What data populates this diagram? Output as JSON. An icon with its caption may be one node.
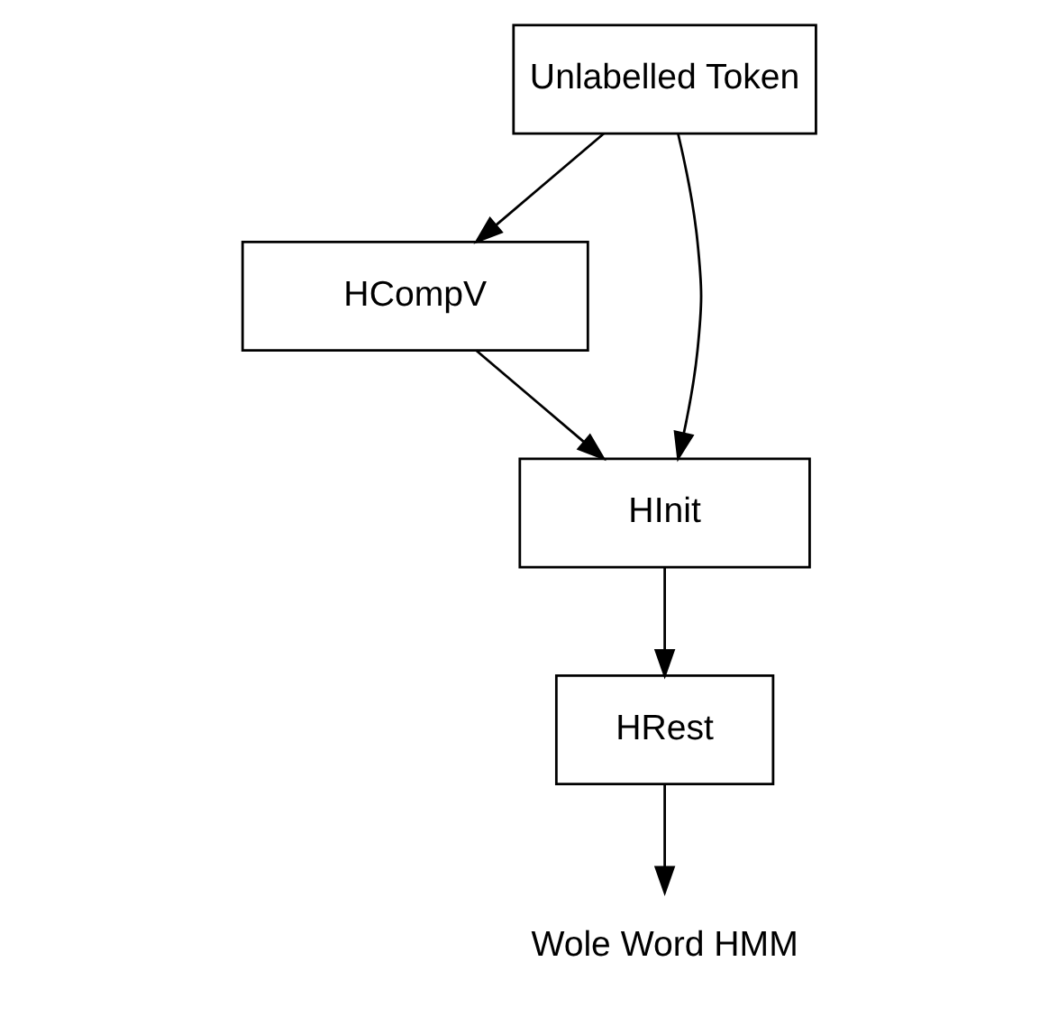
{
  "diagram": {
    "nodes": [
      {
        "text": [
          "Unlabelled Token"
        ]
      },
      {
        "text": [
          "HCompV"
        ]
      },
      {
        "text": [
          "HInit"
        ]
      },
      {
        "text": [
          "HRest"
        ]
      },
      {
        "text": [
          "Wole Word HMM"
        ]
      }
    ],
    "edges": [
      {
        "from": 0,
        "to": 2,
        "arrow": "to"
      },
      {
        "from": 0,
        "to": 1,
        "arrow": "to"
      },
      {
        "from": 1,
        "to": 2,
        "arrow": "to"
      },
      {
        "from": 2,
        "to": 3,
        "arrow": "to"
      },
      {
        "from": 3,
        "to": 4,
        "arrow": "to"
      }
    ]
  }
}
